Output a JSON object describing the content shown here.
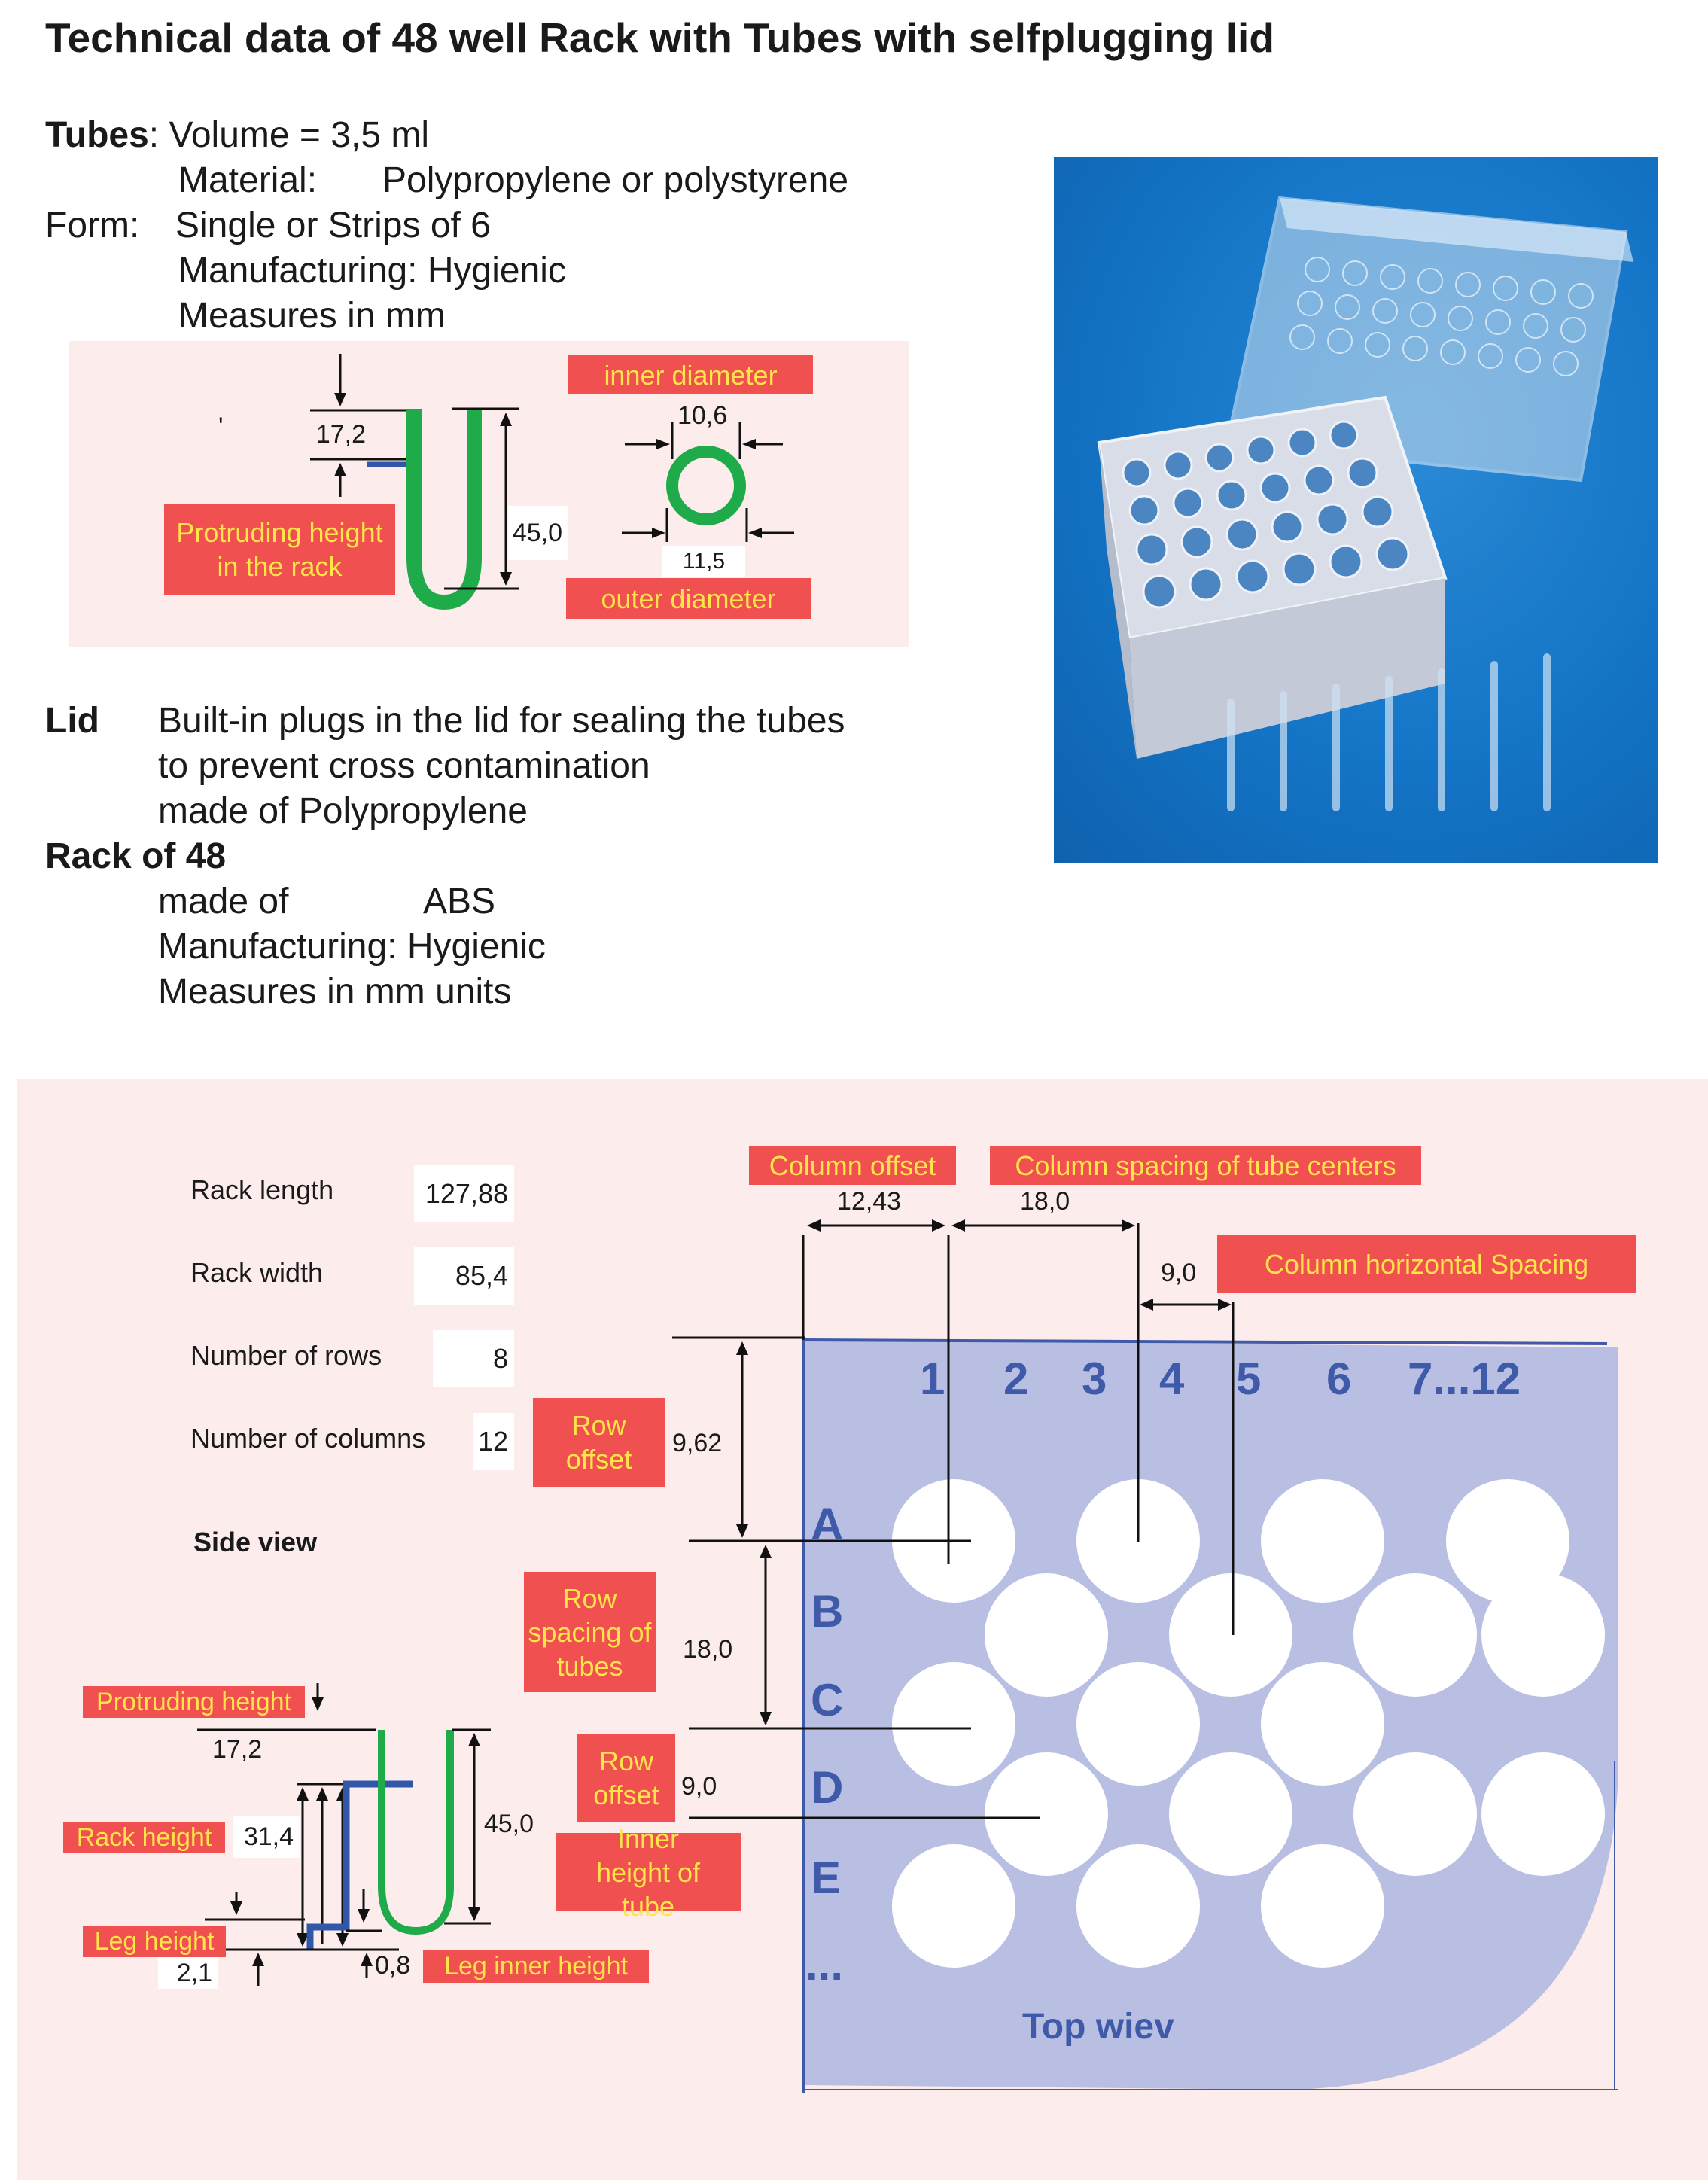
{
  "title": "Technical data of  48 well Rack with Tubes with selfplugging lid",
  "tubes": {
    "heading": "Tubes",
    "volume": ": Volume = 3,5 ml",
    "material_label": "Material:",
    "material_value": "Polypropylene or polystyrene",
    "form_label": "Form:",
    "form_value": "Single or Strips of 6",
    "manufacturing": "Manufacturing: Hygienic",
    "measures": "Measures in mm"
  },
  "tube_diagram": {
    "protruding_label": "Protruding height in the rack",
    "protruding_value": "17,2",
    "height_value": "45,0",
    "inner_diameter_label": "inner diameter",
    "inner_diameter_value": "10,6",
    "outer_diameter_label": "outer diameter",
    "outer_diameter_value": "11,5",
    "stray_mark": "'"
  },
  "lid": {
    "heading": "Lid",
    "line1": "Built-in plugs in the lid for sealing the tubes",
    "line2": "to prevent cross contamination",
    "line3": "made of Polypropylene"
  },
  "rack": {
    "heading": "Rack of 48",
    "made_of_label": "made of",
    "made_of_value": "ABS",
    "manufacturing": "Manufacturing: Hygienic",
    "measures": "Measures in mm units"
  },
  "params": {
    "rack_length_label": "Rack length",
    "rack_length_value": "127,88",
    "rack_width_label": "Rack width",
    "rack_width_value": "85,4",
    "rows_label": "Number of rows",
    "rows_value": "8",
    "columns_label": "Number of columns",
    "columns_value": "12"
  },
  "side_view": {
    "heading": "Side view",
    "protruding_label": "Protruding height",
    "protruding_value": "17,2",
    "rack_height_label": "Rack height",
    "rack_height_value": "31,4",
    "tube_height_value": "45,0",
    "leg_height_label": "Leg height",
    "leg_height_value": "2,1",
    "leg_inner_value": "0,8",
    "leg_inner_label": "Leg inner height"
  },
  "top_view": {
    "heading": "Top wiev",
    "column_offset_label": "Column offset",
    "column_offset_value": "12,43",
    "column_spacing_label": "Column spacing of tube centers",
    "column_spacing_value": "18,0",
    "column_horizontal_label": "Column horizontal Spacing",
    "column_horizontal_value": "9,0",
    "row_offset_label": "Row offset",
    "row_offset_value": "9,62",
    "row_spacing_label": "Row spacing of tubes",
    "row_spacing_value": "18,0",
    "row_offset2_label": "Row offset",
    "row_offset2_value": "9,0",
    "inner_height_label": "Inner height of tube",
    "columns": [
      "1",
      "2",
      "3",
      "4",
      "5",
      "6",
      "7...12"
    ],
    "rows": [
      "A",
      "B",
      "C",
      "D",
      "E",
      "..."
    ]
  },
  "colors": {
    "label_bg": "#f05050",
    "label_text": "#ffe44a",
    "panel_bg": "#fcecec",
    "tube_green": "#1fab4a",
    "rack_blue": "#3057a8",
    "top_view_fill": "#b9bfe2",
    "photo_blue": "#1474c6"
  }
}
